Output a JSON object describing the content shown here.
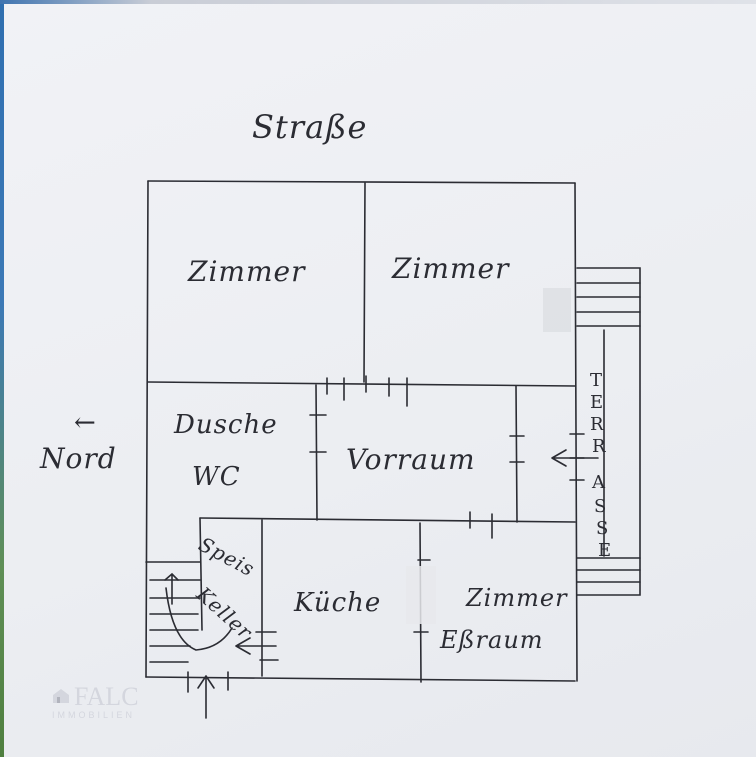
{
  "street": "Straße",
  "north_label": "Nord",
  "north_arrow": "←",
  "rooms": {
    "zimmer_left": "Zimmer",
    "zimmer_right": "Zimmer",
    "dusche": "Dusche",
    "wc": "WC",
    "vorraum": "Vorraum",
    "speis": "Speis",
    "keller": "Keller",
    "kueche": "Küche",
    "zimmer_essraum_1": "Zimmer",
    "zimmer_essraum_2": "Eßraum"
  },
  "terrasse_letters": [
    "T",
    "E",
    "R",
    "R",
    "A",
    "S",
    "S",
    "E"
  ],
  "logo": {
    "name": "FALC",
    "sub": "IMMOBILIEN"
  }
}
